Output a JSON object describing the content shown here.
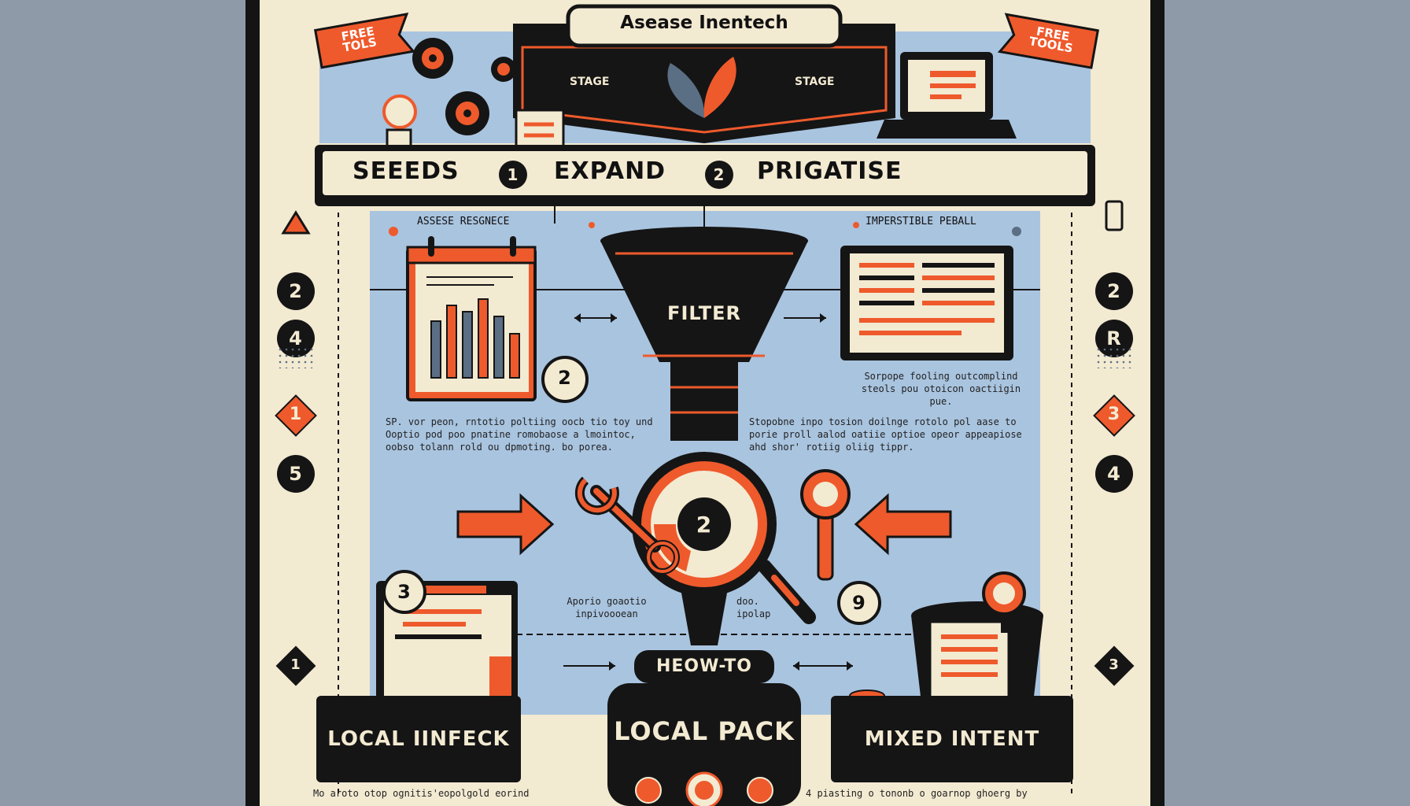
{
  "header": {
    "title": "Asease Inentech",
    "stage_left": "STAGE",
    "stage_right": "STAGE",
    "free_tools_left": "FREE TOLS",
    "free_tools_right": "FREE TOOLS"
  },
  "stages_bar": {
    "seeds": "SEEEDS",
    "step1_num": "1",
    "expand": "EXPAND",
    "step2_num": "2",
    "prioritise": "PRIGATISE"
  },
  "panel": {
    "left_heading": "ASSESE RESGNECE",
    "right_heading": "IMPERSTIBLE PEBALL",
    "filter_label": "FILTER",
    "left_badge_num": "2",
    "right_caption": "Sorpope fooling outcomplind steols pou otoicon oactiigin pue.",
    "left_body": "SP. vor peon, rntotio poltiing oocb tio toy und Ooptio pod poo pnatine romobaose a lmointoc, oobso tolann rold ou dpmoting. bo porea.",
    "right_body": "Stopobne inpo tosion doilnge rotolo pol aase to porie proll aalod oatiie optioe opeor appeapiose ahd shor' rotiig oliig tippr.",
    "gauge_num": "2",
    "mid_note_left": "Aporio goaotio inpivoooean",
    "mid_note_right": "doo. ipolap",
    "card3_num": "3",
    "card9_num": "9",
    "howto_label": "HEOW-TO"
  },
  "bottom": {
    "local_infeck": "LOCAL IINFECK",
    "local_pack": "LOCAL PACK",
    "mixed_intent": "MIXED INTENT",
    "left_footer": "Mo aroto otop ognitis'eopolgold eorind",
    "right_footer": "4 piasting o tononb o goarnop ghoerg by"
  },
  "left_rail": [
    "2",
    "4",
    "1",
    "5",
    "1"
  ],
  "right_rail": [
    "2",
    "R",
    "3",
    "4",
    "3"
  ],
  "colors": {
    "cream": "#f3ead2",
    "orange": "#ee5a2c",
    "blue": "#a9c4df",
    "black": "#151515"
  }
}
